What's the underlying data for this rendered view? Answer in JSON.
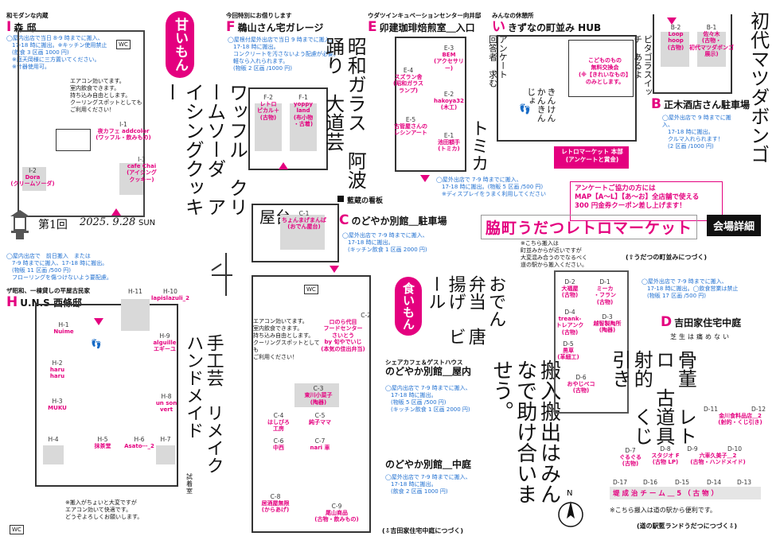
{
  "title": {
    "main": "脇町うだつレトロマーケット",
    "detail": "会場詳細"
  },
  "event": {
    "edition": "第1回",
    "date": "2025. 9.28",
    "dow": "SUN"
  },
  "map_labels": {
    "fukashi": "藍蔵の看板",
    "shibafu": "芝生は痛めない",
    "shichakushitsu": "試着室",
    "yatai": "屋台",
    "wc": "WC"
  },
  "tags": {
    "amai": "甘いもん",
    "kuimon": "食いもん"
  },
  "themes": {
    "amai": "ワッフル　クリームソーダ　アイシングクッキー",
    "showa": "昭和ガラス　阿波踊り　大道芸",
    "tomika": "トミカ",
    "kotsu": "骨董　レトロ　古道具　射的　くじ引き",
    "shukogei": "手工芸　リメイク　ハンドメイド",
    "oden": "おでん　弁当　唐揚げ　ビール",
    "hanyu": "搬入搬出はみんなで助け合いませう。",
    "hatsudai": "初代マツダボンゴ",
    "anketo": "アンケート　回答者　求む",
    "kinken": "きんけん　かんきん　じょ",
    "pitagora": "ピタゴラスイッチ　あるよ"
  },
  "sections": {
    "I": {
      "letter": "I",
      "sub": "和モダンな内蔵",
      "name": "森 邸",
      "info": "◯屋内出店で当日 8-9 時までに搬入、\n　17-18 時に搬出。※キッチン使用禁止\n　(飲食 3 区画 1000 円)\n　※庭天岡様に三方置いてください。\n　※什器使用可。",
      "note": "エアコン効いてます。\n室内飲食できます。\n持ち込み自由とします。\nクーリングスポットとしても\nご利用ください！"
    },
    "F": {
      "letter": "F",
      "sub": "今回特別にお借りします",
      "name": "鵜山さん宅ガレージ",
      "info": "◯屋根付屋外出店で当日 9 時までに搬入、\n　17-18 時に搬出。\n　コンクリートを汚さないよう配慮が必要。\n　軽なら入れられます。\n　(物販 2 区画 /1000 円)"
    },
    "E": {
      "letter": "E",
      "sub": "ウダツインキュベーションセンター向井邸",
      "name": "卯建珈琲焙煎室＿入口"
    },
    "E_info": "◯屋外出店で 7-9 時までに搬入、\n　17-18 時に搬出。(物販 5 区画 /500 円)\n　※ディスプレイをうまく利用してください",
    "i": {
      "letter": "い",
      "sub": "みんなの休憩所",
      "name": "きずなの町並み HUB"
    },
    "B": {
      "letter": "B",
      "name": "正木酒店さん駐車場",
      "info": "◯屋外出店で 9 時までに搬入、\n　17-18 時に搬出。\n　クルマ入れられます！\n　(2 区画 /1000 円)"
    },
    "C": {
      "letter": "C",
      "name": "のどやか別館＿駐車場",
      "info": "◯屋外出店で 7-9 時までに搬入、\n　17-18 時に搬出。\n　(キッチン飲食 1 区画 2000 円)"
    },
    "H": {
      "letter": "H",
      "sub": "ザ昭和、一棟貸しの平屋古民家",
      "name": "U.N.S 西條邸",
      "info": "◯屋内出店で　前日搬入　または\n　7-9 時までに搬入、17-18 時に搬出。\n　(物販 11 区画 /500 円)\n　フローリングを傷つけないよう要配慮。",
      "note": "※搬入がちょいと大変ですが\nエアコン効いて快適です。\nどうぞよろしくお願いします。"
    },
    "D": {
      "letter": "D",
      "name": "吉田家住宅中庭",
      "info": "◯屋外出店で 7-9 時までに搬入、\n　17-18 時に搬出。◯飲食営業は禁止\n　(物販 17 区画 /500 円)"
    },
    "nodoyaka_okunai": {
      "sub": "シェアカフェ＆ゲストハウス",
      "name": "のどやか別館＿屋内",
      "info": "◯屋内出店で 7-9 時までに搬入、\n　17-18 時に搬出。\n　(物販 5 区画 /500 円)\n　(キッチン飲食 1 区画 2000 円)"
    },
    "nodoyaka_nakaniwa": {
      "name": "のどやか別館＿中庭",
      "info": "◯屋外出店で 7-9 時までに搬入、\n　17-18 時に搬出。\n　(飲食 2 区画 1000 円)"
    },
    "c_note": "エアコン効いてます。\n室内飲食できます。\n持ち込み自由とします。\nクーリングスポットとしても\nご利用ください！"
  },
  "notices": {
    "udatsu_note": "※こちら搬入は\n町並みからが近いですが\n大変混み合うのでなるべく\n道の駅から搬入ください。",
    "to_udatsu": "(⇧うだつの町並みにつづく)",
    "to_yoshida": "(⇩吉田家住宅中庭につづく)",
    "to_michinoeki": "(道の駅藍ランドうだつにつづく⇩)",
    "michinoeki_note": "※こちら搬入は道の駅から便利です。",
    "anketo_promo": "アンケートご協力の方には\nMAP【A〜L】【あ〜お】全店舗で使える\n300 円金券クーポン差し上げます！",
    "retro_honbu": "レトロマーケット 本部\n(アンケートと賞金)",
    "kodomo": "こどものもの\n無料交換会\n(※【きれいなもの】\nのみとします。"
  },
  "stalls": [
    {
      "id": "I-1",
      "name": "夜カフェ addcolor\n(ワッフル・飲みもの)"
    },
    {
      "id": "I-2",
      "name": "Dora\n(クリームソーダ)"
    },
    {
      "id": "I-3",
      "name": "cafe Chai\n(アイシング\nクッキー)"
    },
    {
      "id": "F-2",
      "name": "レトロ\nピカル＋\n(古物)"
    },
    {
      "id": "F-1",
      "name": "yoppy\nland\n(布小物\n・古着)"
    },
    {
      "id": "E-4",
      "name": "スズラン舎\n(昭和ガラス\nランプ)"
    },
    {
      "id": "E-3",
      "name": "BEM\n(アクセサリー)"
    },
    {
      "id": "E-2",
      "name": "hakoya32\n(木工)"
    },
    {
      "id": "E-5",
      "name": "古管屋さんの\nレシンアート"
    },
    {
      "id": "E-1",
      "name": "池田額手\n(トミカ)"
    },
    {
      "id": "B-2",
      "name": "Loop\nhoop\n(古物)"
    },
    {
      "id": "B-1",
      "name": "佐々木\n(古物・\n初代マツダボンゴ\n展示)"
    },
    {
      "id": "C-1",
      "name": "ちょんまげまんぱ\n(おでん屋台)"
    },
    {
      "id": "C-2",
      "name": "ロのら代目\nフードセンター\nさいとう\nby 旬やでいじ\n(本気の佳出弁当)"
    },
    {
      "id": "C-3",
      "name": "東川小菜子\n(陶器)"
    },
    {
      "id": "C-4",
      "name": "はしびろ\n工房"
    },
    {
      "id": "C-5",
      "name": "純子ママ"
    },
    {
      "id": "C-6",
      "name": "中西"
    },
    {
      "id": "C-7",
      "name": "nari 車"
    },
    {
      "id": "C-8",
      "name": "居酒屋無限\n(からあげ)"
    },
    {
      "id": "C-9",
      "name": "尾山商品\n(古物・飲みもの)"
    },
    {
      "id": "D-2",
      "name": "大福屋\n(古物)"
    },
    {
      "id": "D-1",
      "name": "ミーカ\n・フラン\n(古物)"
    },
    {
      "id": "D-4",
      "name": "treank-\nトレアンク\n(古物)"
    },
    {
      "id": "D-3",
      "name": "越智製陶所\n(陶器)"
    },
    {
      "id": "D-5",
      "name": "黒草\n(革細工)"
    },
    {
      "id": "D-6",
      "name": "おやじベコ\n(古物)"
    },
    {
      "id": "D-11",
      "name": ""
    },
    {
      "id": "D-12",
      "name": "金川食料品店＿2\n(射的・くじ引き)"
    },
    {
      "id": "D-7",
      "name": "ぐるぐる\n(古物)"
    },
    {
      "id": "D-8",
      "name": "スタジオ F\n(古物 LP)"
    },
    {
      "id": "D-9",
      "name": ""
    },
    {
      "id": "D-10",
      "name": "六車久美子＿2\n(古物・ハンドメイド)"
    },
    {
      "id": "D-17",
      "name": ""
    },
    {
      "id": "D-16",
      "name": ""
    },
    {
      "id": "D-15",
      "name": ""
    },
    {
      "id": "D-14",
      "name": ""
    },
    {
      "id": "D-13",
      "name": ""
    },
    {
      "id": "H-11",
      "name": ""
    },
    {
      "id": "H-10",
      "name": "lapislazuli_2"
    },
    {
      "id": "H-9",
      "name": "alguille\nエギーユ"
    },
    {
      "id": "H-1",
      "name": "Nuime"
    },
    {
      "id": "H-2",
      "name": "haru\nharu"
    },
    {
      "id": "H-3",
      "name": "MUKU"
    },
    {
      "id": "H-8",
      "name": "un son\nvert"
    },
    {
      "id": "H-4",
      "name": ""
    },
    {
      "id": "H-5",
      "name": "抹茶堂"
    },
    {
      "id": "H-6",
      "name": "Asato⋯_2"
    },
    {
      "id": "H-7",
      "name": ""
    }
  ],
  "d_row_label": "堤 成 治 チ ー ム ＿ 5 （ 古 物 ）"
}
